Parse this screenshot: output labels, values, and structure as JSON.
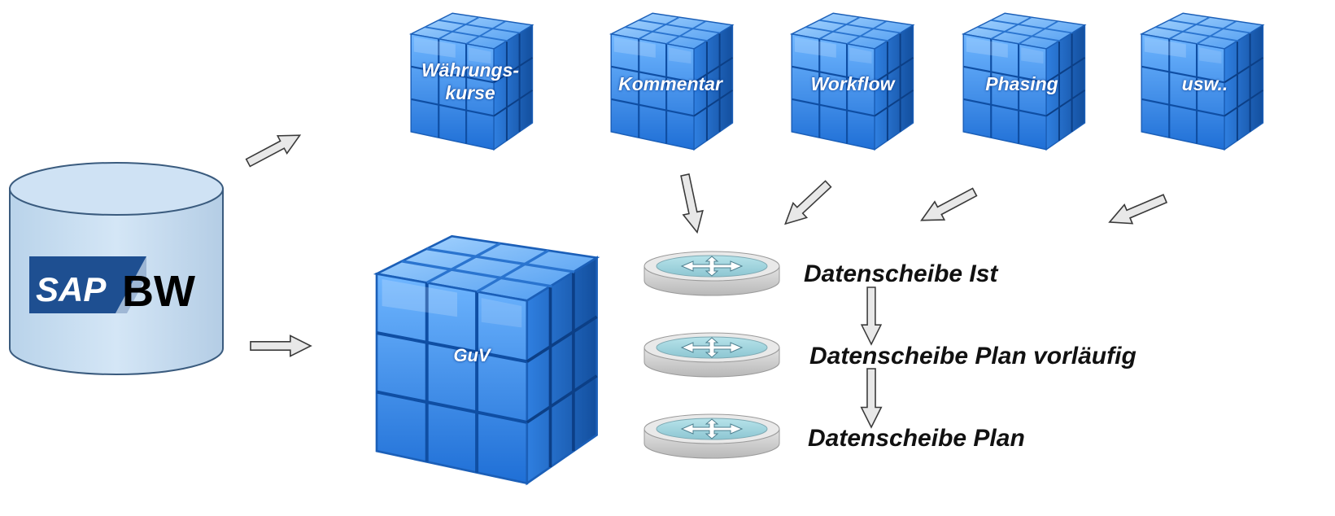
{
  "source": {
    "logo_text": "SAP",
    "label": "BW"
  },
  "main_cube": {
    "label": "GuV"
  },
  "cubes": [
    {
      "label": "Währungs-\nkurse"
    },
    {
      "label": "Kommentar"
    },
    {
      "label": "Workflow"
    },
    {
      "label": "Phasing"
    },
    {
      "label": "usw.."
    }
  ],
  "slices": [
    {
      "label": "Datenscheibe Ist"
    },
    {
      "label": "Datenscheibe Plan vorläufig"
    },
    {
      "label": "Datenscheibe Plan"
    }
  ],
  "colors": {
    "cube_blue": "#3a8ee8",
    "cylinder_fill": "#c9dff2",
    "arrow_fill": "#e6e6e6",
    "sap_blue": "#1e4f91"
  }
}
